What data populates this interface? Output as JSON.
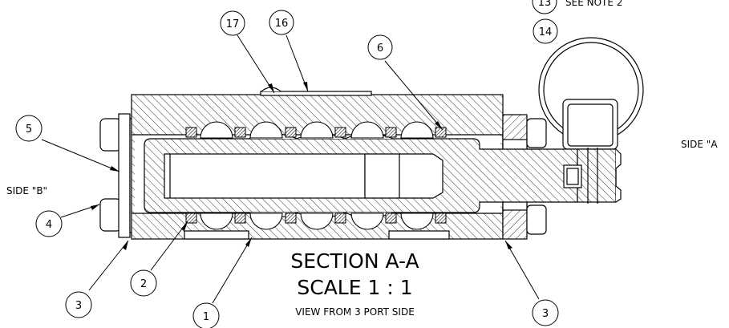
{
  "balloons": [
    {
      "n": "17"
    },
    {
      "n": "16"
    },
    {
      "n": "6"
    },
    {
      "n": "5"
    },
    {
      "n": "4"
    },
    {
      "n": "3"
    },
    {
      "n": "2"
    },
    {
      "n": "1"
    },
    {
      "n": "3"
    },
    {
      "n": "13"
    },
    {
      "n": "14"
    }
  ],
  "labels": {
    "side_a": "SIDE \"A",
    "side_b": "SIDE \"B\"",
    "note": "SEE NOTE 2",
    "section": "SECTION A-A",
    "scale": "SCALE 1 : 1",
    "view": "VIEW FROM 3 PORT SIDE"
  }
}
